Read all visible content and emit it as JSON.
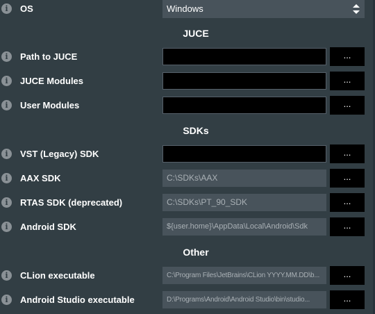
{
  "os": {
    "label": "OS",
    "value": "Windows",
    "icon": "info-icon"
  },
  "sections": {
    "juce": "JUCE",
    "sdks": "SDKs",
    "other": "Other"
  },
  "info_glyph": "i",
  "browse_label": "...",
  "rows": [
    {
      "label": "Path to JUCE",
      "value": ""
    },
    {
      "label": "JUCE Modules",
      "value": ""
    },
    {
      "label": "User Modules",
      "value": ""
    },
    {
      "label": "VST (Legacy) SDK",
      "value": ""
    },
    {
      "label": "AAX SDK",
      "value": "C:\\SDKs\\AAX"
    },
    {
      "label": "RTAS SDK (deprecated)",
      "value": "C:\\SDKs\\PT_90_SDK"
    },
    {
      "label": "Android SDK",
      "value": "${user.home}\\AppData\\Local\\Android\\Sdk"
    },
    {
      "label": "CLion executable",
      "value": "C:\\Program Files\\JetBrains\\CLion YYYY.MM.DD\\b..."
    },
    {
      "label": "Android Studio executable",
      "value": "D:\\Programs\\Android\\Android Studio\\bin\\studio..."
    }
  ],
  "colors": {
    "background": "#323e44",
    "field_empty": "#000000",
    "field_filled": "#48535b",
    "text": "#ffffff",
    "text_muted": "#a9b0b5"
  }
}
